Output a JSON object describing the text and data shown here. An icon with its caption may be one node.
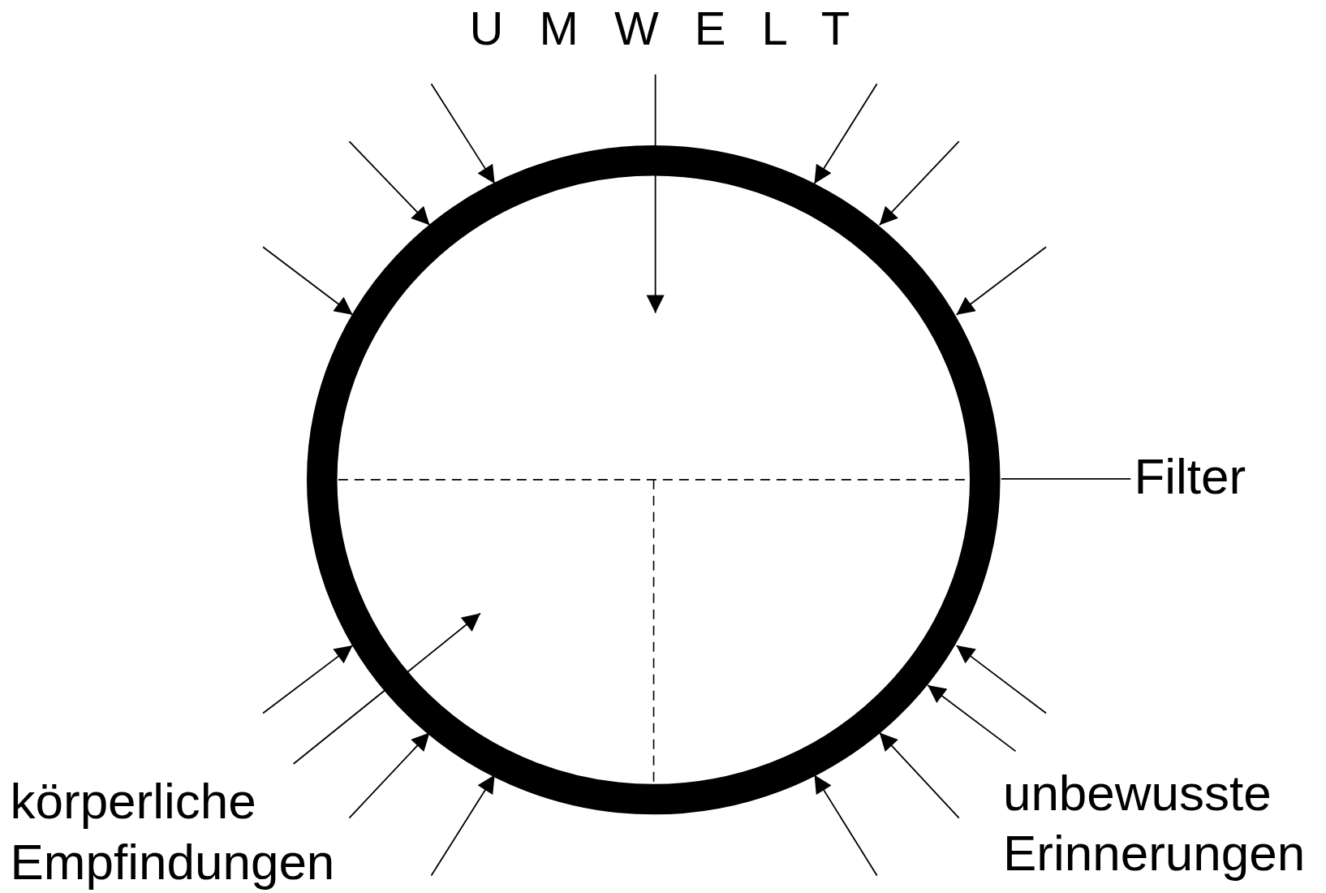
{
  "diagram": {
    "nodes": [
      {
        "text": [
          "U M W E L T"
        ]
      },
      {
        "text": [],
        "shape": "circle"
      },
      {
        "text": [
          "Filter"
        ]
      },
      {
        "text": [
          "körperliche Empfindungen"
        ]
      },
      {
        "text": [
          "unbewusste Erinnerungen"
        ]
      }
    ],
    "edges": [
      {
        "from": 0,
        "to": 1,
        "arrow": "to"
      },
      {
        "from": null,
        "to": 1,
        "arrow": "to"
      },
      {
        "from": null,
        "to": 1,
        "arrow": "to"
      },
      {
        "from": null,
        "to": 1,
        "arrow": "to"
      },
      {
        "from": null,
        "to": 1,
        "arrow": "to"
      },
      {
        "from": null,
        "to": 1,
        "arrow": "to"
      },
      {
        "from": null,
        "to": 1,
        "arrow": "to"
      },
      {
        "from": 2,
        "to": 1,
        "arrow": "none"
      },
      {
        "from": null,
        "to": 1,
        "arrow": "to"
      },
      {
        "from": 3,
        "to": 1,
        "arrow": "to"
      },
      {
        "from": 3,
        "to": 1,
        "arrow": "to"
      },
      {
        "from": null,
        "to": 1,
        "arrow": "to"
      },
      {
        "from": null,
        "to": 1,
        "arrow": "to"
      },
      {
        "from": 4,
        "to": 1,
        "arrow": "to"
      },
      {
        "from": null,
        "to": 1,
        "arrow": "to"
      },
      {
        "from": null,
        "to": 1,
        "arrow": "to"
      }
    ]
  }
}
